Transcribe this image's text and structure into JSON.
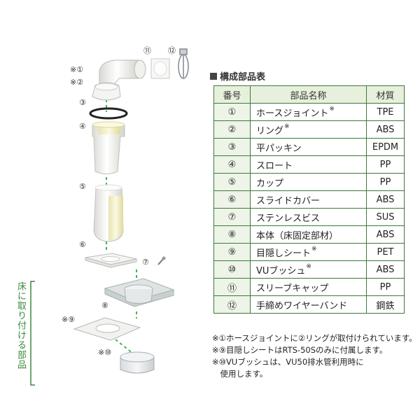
{
  "table": {
    "title": "構成部品表",
    "headers": [
      "番号",
      "部品名称",
      "材質"
    ],
    "rows": [
      {
        "num": "①",
        "name": "ホースジョイント",
        "mark": "※",
        "material": "TPE"
      },
      {
        "num": "②",
        "name": "リング",
        "mark": "※",
        "material": "ABS"
      },
      {
        "num": "③",
        "name": "平パッキン",
        "mark": "",
        "material": "EPDM"
      },
      {
        "num": "④",
        "name": "スロート",
        "mark": "",
        "material": "PP"
      },
      {
        "num": "⑤",
        "name": "カップ",
        "mark": "",
        "material": "PP"
      },
      {
        "num": "⑥",
        "name": "スライドカバー",
        "mark": "",
        "material": "ABS"
      },
      {
        "num": "⑦",
        "name": "ステンレスビス",
        "mark": "",
        "material": "SUS"
      },
      {
        "num": "⑧",
        "name": "本体（床固定部材）",
        "mark": "",
        "material": "ABS"
      },
      {
        "num": "⑨",
        "name": "目隠しシート",
        "mark": "※",
        "material": "PET"
      },
      {
        "num": "⑩",
        "name": "VUブッシュ",
        "mark": "※",
        "material": "ABS"
      },
      {
        "num": "⑪",
        "name": "スリーブキャップ",
        "mark": "",
        "material": "PP"
      },
      {
        "num": "⑫",
        "name": "手締めワイヤーバンド",
        "mark": "",
        "material": "鋼鉄"
      }
    ]
  },
  "notes": [
    "※①ホースジョイントに②リングが取付けられています。",
    "※⑨目隠しシートはRTS-50Sのみに付属します。",
    "※⑩VUブッシュは、VU50排水管利用時に",
    "　使用します。"
  ],
  "diagram": {
    "floor_label": "床に取り付ける部品",
    "callouts": {
      "c1": "※①",
      "c2": "※②",
      "c3": "③",
      "c4": "④",
      "c5": "⑤",
      "c6": "⑥",
      "c7": "⑦",
      "c8": "⑧",
      "c9": "※⑨",
      "c10": "※⑩",
      "c11": "⑪",
      "c12": "⑫"
    }
  },
  "colors": {
    "accent_green": "#3c8a3c",
    "header_bg": "#e7f0dc",
    "dash_green": "#4caf50"
  }
}
